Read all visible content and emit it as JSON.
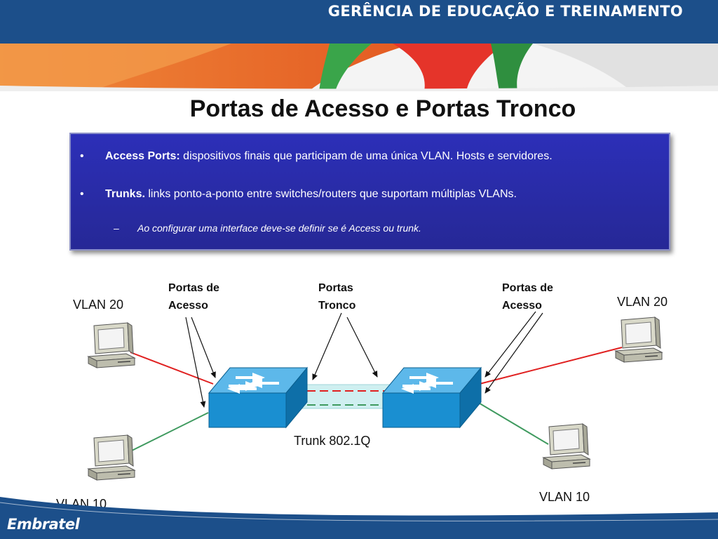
{
  "header": {
    "title": "GERÊNCIA DE EDUCAÇÃO E TREINAMENTO"
  },
  "slide": {
    "title": "Portas de Acesso e Portas Tronco"
  },
  "content": {
    "bullet1_bold": "Access Ports:",
    "bullet1_text": " dispositivos finais que participam de uma única VLAN. Hosts e servidores.",
    "bullet2_bold": "Trunks.",
    "bullet2_text": " links ponto-a-ponto entre switches/routers que suportam múltiplas VLANs.",
    "sub1": "Ao configurar uma interface deve-se definir se é Access ou trunk."
  },
  "diagram": {
    "label_access_left": "Portas de Acesso",
    "label_trunk": "Portas Tronco",
    "label_access_right": "Portas de Acesso",
    "vlan20_left": "VLAN 20",
    "vlan10_left": "VLAN 10",
    "vlan20_right": "VLAN 20",
    "vlan10_right": "VLAN 10",
    "trunk_label": "Trunk 802.1Q",
    "colors": {
      "vlan20": "#e02020",
      "vlan10": "#3f9a5f",
      "switch": "#1a8fd1"
    }
  },
  "footer": {
    "logo": "Embratel"
  }
}
